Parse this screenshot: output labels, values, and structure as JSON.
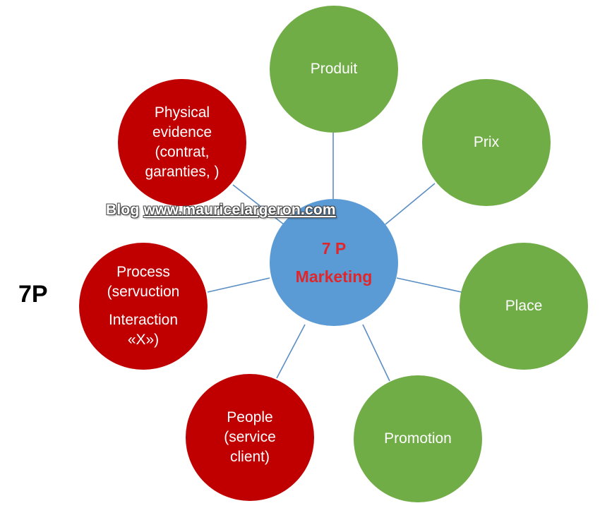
{
  "side_label": "7P",
  "watermark": {
    "prefix": "Blog",
    "url": "www.mauricelargeron.com"
  },
  "center": {
    "line1": "7 P",
    "line2": "Marketing",
    "color": "#e0262a",
    "fill": "#5b9bd5"
  },
  "colors": {
    "green": "#70ad47",
    "red": "#c00000",
    "connector": "#5b8ec3"
  },
  "nodes": {
    "produit": {
      "lines": [
        "Produit"
      ]
    },
    "prix": {
      "lines": [
        "Prix"
      ]
    },
    "place": {
      "lines": [
        "Place"
      ]
    },
    "promotion": {
      "lines": [
        "Promotion"
      ]
    },
    "people": {
      "lines": [
        "People",
        "(service",
        "client)"
      ]
    },
    "process": {
      "lines": [
        "Process",
        "(servuction",
        "Interaction",
        "«X»)"
      ]
    },
    "physical": {
      "lines": [
        "Physical",
        "evidence",
        "(contrat,",
        "garanties, )"
      ]
    }
  }
}
